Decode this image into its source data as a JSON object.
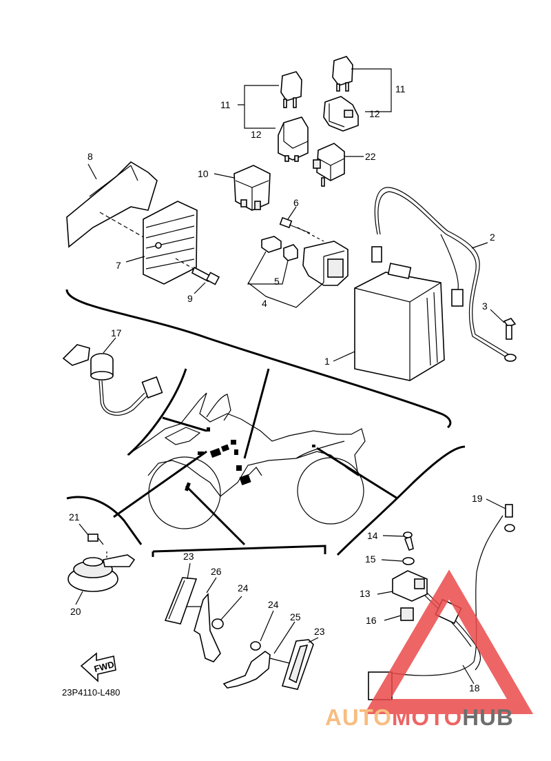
{
  "callouts": {
    "c1": "1",
    "c2": "2",
    "c3": "3",
    "c4": "4",
    "c5": "5",
    "c6": "6",
    "c7": "7",
    "c8": "8",
    "c9": "9",
    "c10": "10",
    "c11a": "11",
    "c11b": "11",
    "c12a": "12",
    "c12b": "12",
    "c13": "13",
    "c14": "14",
    "c15": "15",
    "c16": "16",
    "c17": "17",
    "c18": "18",
    "c19": "19",
    "c20": "20",
    "c21": "21",
    "c22": "22",
    "c23a": "23",
    "c23b": "23",
    "c24a": "24",
    "c24b": "24",
    "c25": "25",
    "c26": "26"
  },
  "fwd_label": "FWD",
  "drawing_code": "23P4110-L480",
  "watermark": {
    "part1": "AUTO",
    "part2": "MOTO",
    "part3": "HUB",
    "color_orange": "#f6b26b",
    "color_red": "#ea4a4a",
    "color_gray": "#555555"
  }
}
